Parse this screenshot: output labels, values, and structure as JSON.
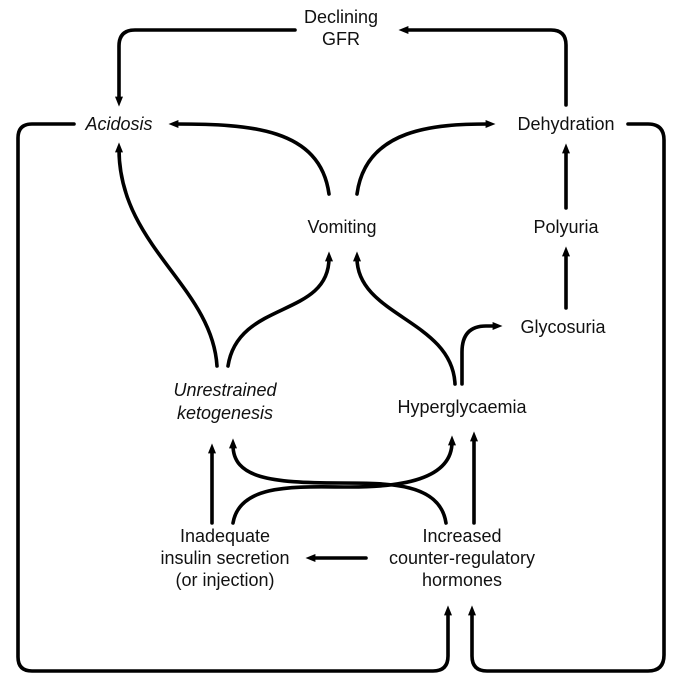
{
  "nodes": {
    "declining_gfr": [
      "Declining",
      "GFR"
    ],
    "acidosis": [
      "Acidosis"
    ],
    "dehydration": [
      "Dehydration"
    ],
    "vomiting": [
      "Vomiting"
    ],
    "polyuria": [
      "Polyuria"
    ],
    "glycosuria": [
      "Glycosuria"
    ],
    "unrestrained_ketogenesis": [
      "Unrestrained",
      "ketogenesis"
    ],
    "hyperglycaemia": [
      "Hyperglycaemia"
    ],
    "inadequate_insulin": [
      "Inadequate",
      "insulin secretion",
      "(or injection)"
    ],
    "counter_regulatory": [
      "Increased",
      "counter-regulatory",
      "hormones"
    ]
  },
  "edges": [
    {
      "from": "dehydration",
      "to": "declining_gfr"
    },
    {
      "from": "declining_gfr",
      "to": "acidosis"
    },
    {
      "from": "vomiting",
      "to": "acidosis"
    },
    {
      "from": "vomiting",
      "to": "dehydration"
    },
    {
      "from": "polyuria",
      "to": "dehydration"
    },
    {
      "from": "glycosuria",
      "to": "polyuria"
    },
    {
      "from": "hyperglycaemia",
      "to": "glycosuria"
    },
    {
      "from": "hyperglycaemia",
      "to": "vomiting"
    },
    {
      "from": "unrestrained_ketogenesis",
      "to": "acidosis"
    },
    {
      "from": "unrestrained_ketogenesis",
      "to": "vomiting"
    },
    {
      "from": "inadequate_insulin",
      "to": "unrestrained_ketogenesis"
    },
    {
      "from": "inadequate_insulin",
      "to": "hyperglycaemia"
    },
    {
      "from": "counter_regulatory",
      "to": "unrestrained_ketogenesis"
    },
    {
      "from": "counter_regulatory",
      "to": "hyperglycaemia"
    },
    {
      "from": "counter_regulatory",
      "to": "inadequate_insulin"
    },
    {
      "from": "acidosis",
      "to": "counter_regulatory"
    },
    {
      "from": "dehydration",
      "to": "counter_regulatory"
    }
  ]
}
